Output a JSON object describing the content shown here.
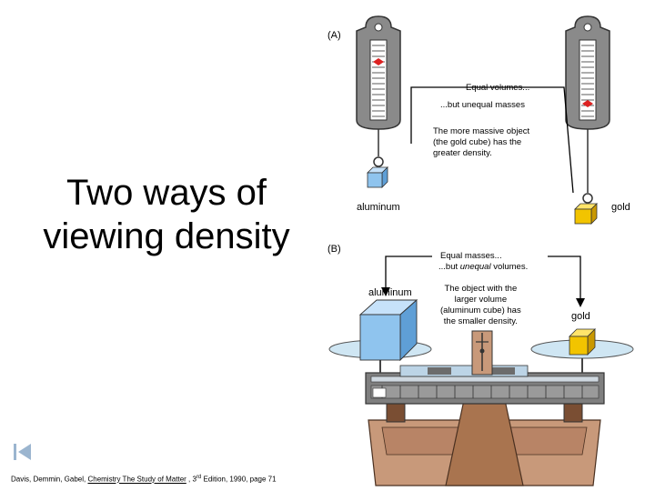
{
  "slide": {
    "title_line1": "Two ways of",
    "title_line2": "viewing density"
  },
  "part_a": {
    "label": "(A)",
    "note1": "Equal volumes...",
    "note2": "...but unequal masses",
    "note3_l1": "The more massive object",
    "note3_l2": "(the gold cube) has the",
    "note3_l3": "greater density.",
    "left_cube": "aluminum",
    "right_cube": "gold"
  },
  "part_b": {
    "label": "(B)",
    "note1": "Equal masses...",
    "note2_a": "...but ",
    "note2_b": "unequal",
    "note2_c": " volumes.",
    "note3_l1": "The object with the",
    "note3_l2": "larger volume",
    "note3_l3": "(aluminum cube) has",
    "note3_l4": "the smaller density.",
    "left_cube": "aluminum",
    "right_cube": "gold"
  },
  "credit": {
    "authors": "Davis, Demmin, Gabel, ",
    "book": "Chemistry The Study of Matter",
    "edition_a": " , 3",
    "edition_sup": "rd",
    "edition_b": " Edition, 1990, page 71"
  },
  "colors": {
    "aluminum": "#8fc4ee",
    "gold": "#f2c400",
    "scale_body": "#7f7f7f",
    "wood": "#c8997a"
  }
}
